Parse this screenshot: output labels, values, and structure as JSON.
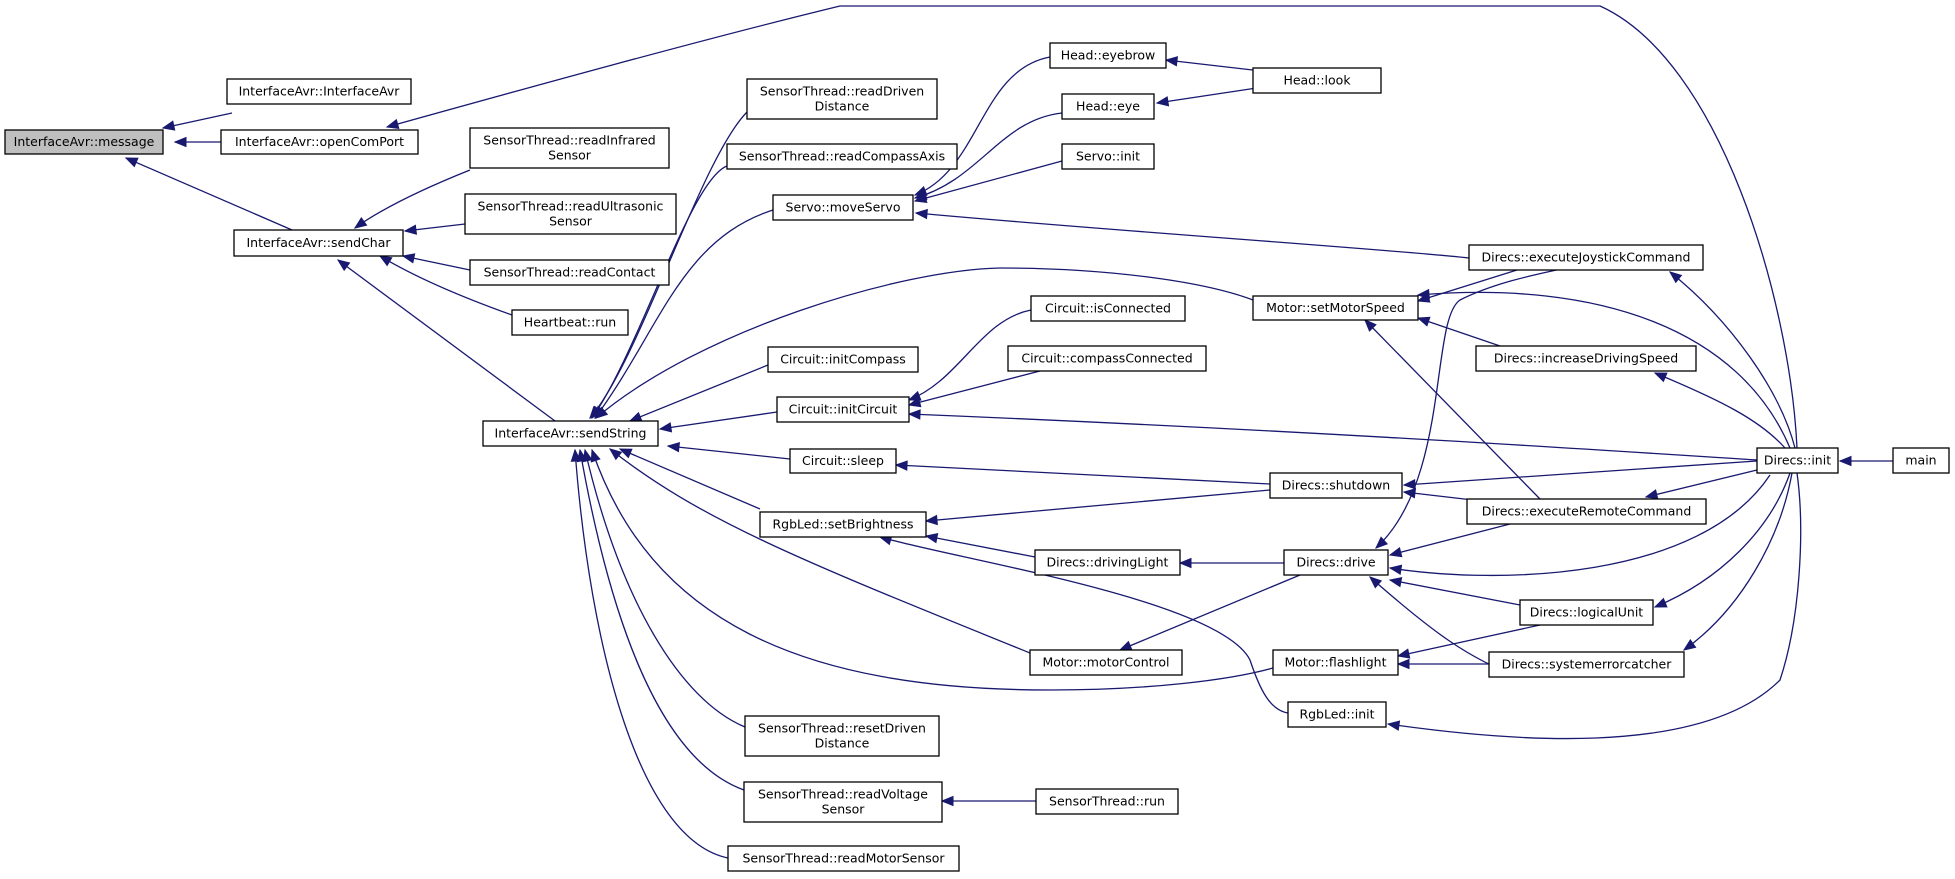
{
  "graph": {
    "root": "message",
    "colors": {
      "edge": "#191970",
      "root_fill": "#bfbfbf",
      "node_fill": "#ffffff",
      "border": "#000000"
    },
    "nodes": [
      {
        "id": "message",
        "lines": [
          "InterfaceAvr::message"
        ]
      },
      {
        "id": "ctor",
        "lines": [
          "InterfaceAvr::InterfaceAvr"
        ]
      },
      {
        "id": "openComPort",
        "lines": [
          "InterfaceAvr::openComPort"
        ]
      },
      {
        "id": "sendChar",
        "lines": [
          "InterfaceAvr::sendChar"
        ]
      },
      {
        "id": "sendString",
        "lines": [
          "InterfaceAvr::sendString"
        ]
      },
      {
        "id": "readInfrared",
        "lines": [
          "SensorThread::readInfrared",
          "Sensor"
        ]
      },
      {
        "id": "readUltrasonic",
        "lines": [
          "SensorThread::readUltrasonic",
          "Sensor"
        ]
      },
      {
        "id": "readContact",
        "lines": [
          "SensorThread::readContact"
        ]
      },
      {
        "id": "hbRun",
        "lines": [
          "Heartbeat::run"
        ]
      },
      {
        "id": "readDriven",
        "lines": [
          "SensorThread::readDriven",
          "Distance"
        ]
      },
      {
        "id": "readCompassAxis",
        "lines": [
          "SensorThread::readCompassAxis"
        ]
      },
      {
        "id": "moveServo",
        "lines": [
          "Servo::moveServo"
        ]
      },
      {
        "id": "initCompass",
        "lines": [
          "Circuit::initCompass"
        ]
      },
      {
        "id": "initCircuit",
        "lines": [
          "Circuit::initCircuit"
        ]
      },
      {
        "id": "sleep",
        "lines": [
          "Circuit::sleep"
        ]
      },
      {
        "id": "setBrightness",
        "lines": [
          "RgbLed::setBrightness"
        ]
      },
      {
        "id": "motorControl",
        "lines": [
          "Motor::motorControl"
        ]
      },
      {
        "id": "resetDriven",
        "lines": [
          "SensorThread::resetDriven",
          "Distance"
        ]
      },
      {
        "id": "readVoltage",
        "lines": [
          "SensorThread::readVoltage",
          "Sensor"
        ]
      },
      {
        "id": "readMotorSensor",
        "lines": [
          "SensorThread::readMotorSensor"
        ]
      },
      {
        "id": "eyebrow",
        "lines": [
          "Head::eyebrow"
        ]
      },
      {
        "id": "eye",
        "lines": [
          "Head::eye"
        ]
      },
      {
        "id": "servoInit",
        "lines": [
          "Servo::init"
        ]
      },
      {
        "id": "look",
        "lines": [
          "Head::look"
        ]
      },
      {
        "id": "isConnected",
        "lines": [
          "Circuit::isConnected"
        ]
      },
      {
        "id": "compassConnected",
        "lines": [
          "Circuit::compassConnected"
        ]
      },
      {
        "id": "setMotorSpeed",
        "lines": [
          "Motor::setMotorSpeed"
        ]
      },
      {
        "id": "shutdown",
        "lines": [
          "Direcs::shutdown"
        ]
      },
      {
        "id": "drivingLight",
        "lines": [
          "Direcs::drivingLight"
        ]
      },
      {
        "id": "drive",
        "lines": [
          "Direcs::drive"
        ]
      },
      {
        "id": "flashlight",
        "lines": [
          "Motor::flashlight"
        ]
      },
      {
        "id": "rgbInit",
        "lines": [
          "RgbLed::init"
        ]
      },
      {
        "id": "stRun",
        "lines": [
          "SensorThread::run"
        ]
      },
      {
        "id": "execJoystick",
        "lines": [
          "Direcs::executeJoystickCommand"
        ]
      },
      {
        "id": "incSpeed",
        "lines": [
          "Direcs::increaseDrivingSpeed"
        ]
      },
      {
        "id": "execRemote",
        "lines": [
          "Direcs::executeRemoteCommand"
        ]
      },
      {
        "id": "logicalUnit",
        "lines": [
          "Direcs::logicalUnit"
        ]
      },
      {
        "id": "syserr",
        "lines": [
          "Direcs::systemerrorcatcher"
        ]
      },
      {
        "id": "direcsInit",
        "lines": [
          "Direcs::init"
        ]
      },
      {
        "id": "main",
        "lines": [
          "main"
        ]
      }
    ]
  }
}
